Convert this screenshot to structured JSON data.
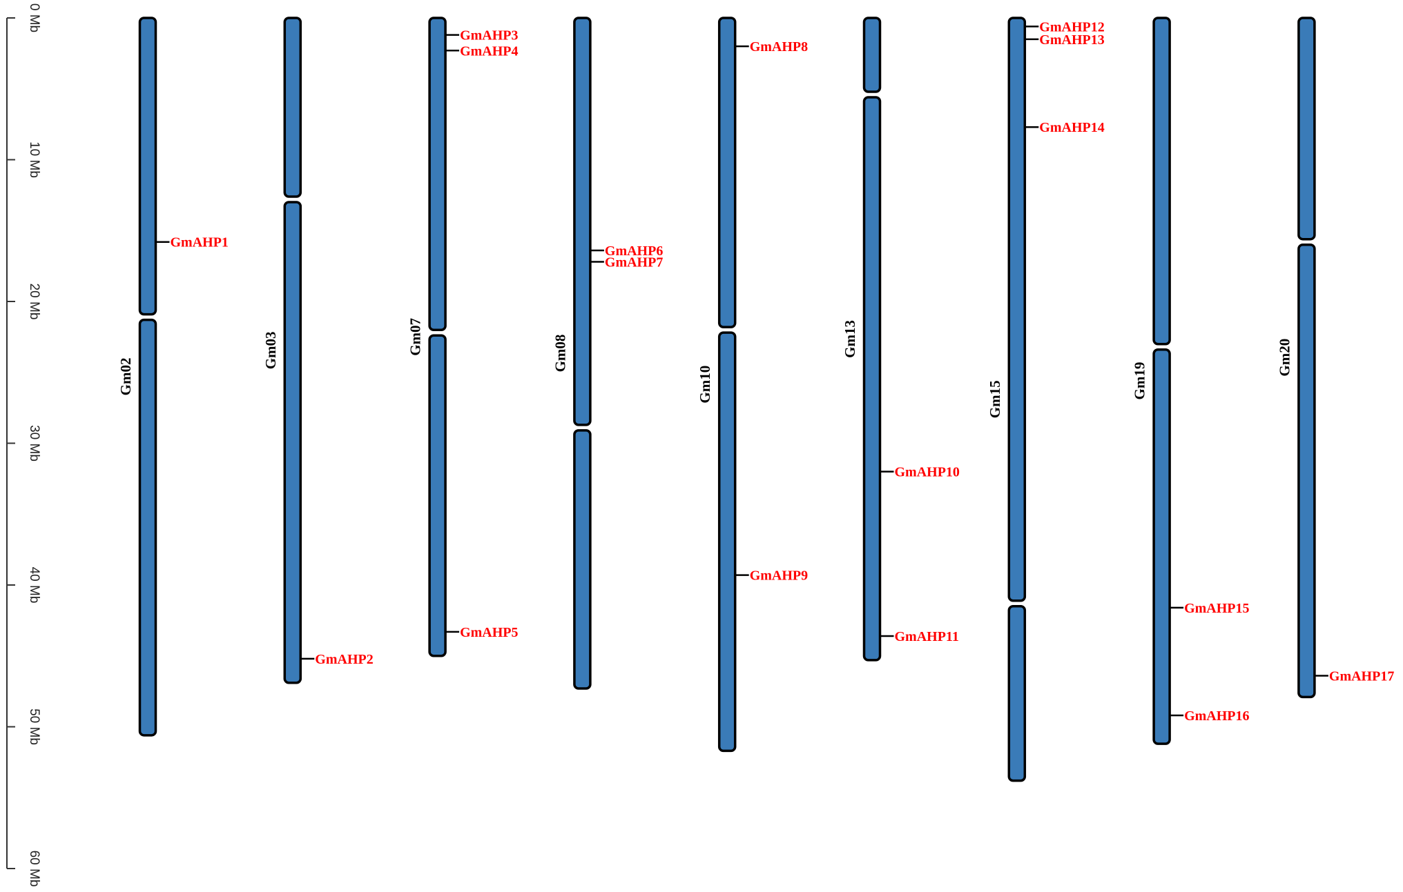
{
  "chart_data": {
    "type": "chromosome-map",
    "title": "",
    "unit": "Mb",
    "axis": {
      "min": 0,
      "max": 60,
      "ticks": [
        0,
        10,
        20,
        30,
        40,
        50,
        60
      ],
      "tick_labels": [
        "0 Mb",
        "10 Mb",
        "20 Mb",
        "30 Mb",
        "40 Mb",
        "50 Mb",
        "60 Mb"
      ]
    },
    "colors": {
      "chromosome_fill": "#3a7bb8",
      "chromosome_stroke": "#000000",
      "gene_label": "#ff0000"
    },
    "chromosomes": [
      {
        "name": "Gm02",
        "length": 50.6,
        "centromere": 21.1
      },
      {
        "name": "Gm03",
        "length": 46.9,
        "centromere": 12.8
      },
      {
        "name": "Gm07",
        "length": 45.0,
        "centromere": 22.2
      },
      {
        "name": "Gm08",
        "length": 47.3,
        "centromere": 28.9
      },
      {
        "name": "Gm10",
        "length": 51.7,
        "centromere": 22.0
      },
      {
        "name": "Gm13",
        "length": 45.3,
        "centromere": 5.4
      },
      {
        "name": "Gm15",
        "length": 53.8,
        "centromere": 41.3
      },
      {
        "name": "Gm19",
        "length": 51.2,
        "centromere": 23.2
      },
      {
        "name": "Gm20",
        "length": 47.9,
        "centromere": 15.8
      }
    ],
    "genes": [
      {
        "name": "GmAHP1",
        "chromosome": "Gm02",
        "position": 15.8
      },
      {
        "name": "GmAHP2",
        "chromosome": "Gm03",
        "position": 45.2
      },
      {
        "name": "GmAHP3",
        "chromosome": "Gm07",
        "position": 1.2
      },
      {
        "name": "GmAHP4",
        "chromosome": "Gm07",
        "position": 2.3
      },
      {
        "name": "GmAHP5",
        "chromosome": "Gm07",
        "position": 43.3
      },
      {
        "name": "GmAHP6",
        "chromosome": "Gm08",
        "position": 16.4
      },
      {
        "name": "GmAHP7",
        "chromosome": "Gm08",
        "position": 17.2
      },
      {
        "name": "GmAHP8",
        "chromosome": "Gm10",
        "position": 2.0
      },
      {
        "name": "GmAHP9",
        "chromosome": "Gm10",
        "position": 39.3
      },
      {
        "name": "GmAHP10",
        "chromosome": "Gm13",
        "position": 32.0
      },
      {
        "name": "GmAHP11",
        "chromosome": "Gm13",
        "position": 43.6
      },
      {
        "name": "GmAHP12",
        "chromosome": "Gm15",
        "position": 0.6
      },
      {
        "name": "GmAHP13",
        "chromosome": "Gm15",
        "position": 1.5
      },
      {
        "name": "GmAHP14",
        "chromosome": "Gm15",
        "position": 7.7
      },
      {
        "name": "GmAHP15",
        "chromosome": "Gm19",
        "position": 41.6
      },
      {
        "name": "GmAHP16",
        "chromosome": "Gm19",
        "position": 49.2
      },
      {
        "name": "GmAHP17",
        "chromosome": "Gm20",
        "position": 46.4
      }
    ]
  }
}
